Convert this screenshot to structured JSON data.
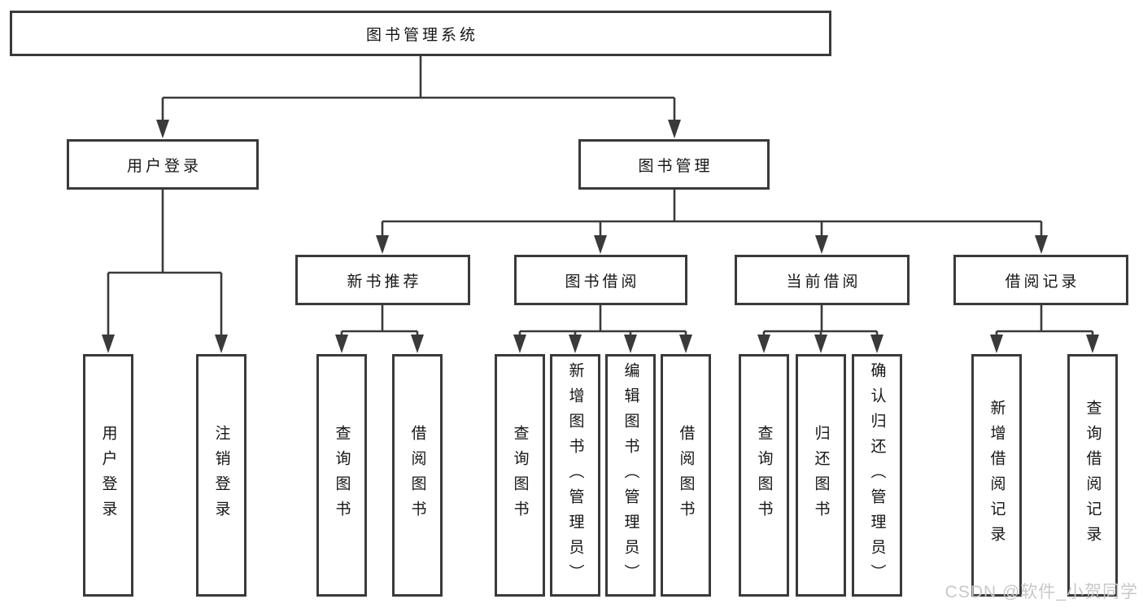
{
  "diagram": {
    "nodes": {
      "root": "图书管理系统",
      "user_login": "用户登录",
      "book_management": "图书管理",
      "new_book_recommend": "新书推荐",
      "book_borrow": "图书借阅",
      "current_borrow": "当前借阅",
      "borrow_records": "借阅记录"
    },
    "leaves": {
      "user_login": [
        "用户登录",
        "注销登录"
      ],
      "new_book_recommend": [
        "查询图书",
        "借阅图书"
      ],
      "book_borrow": [
        "查询图书",
        "新增图书（管理员）",
        "编辑图书（管理员）",
        "借阅图书"
      ],
      "current_borrow": [
        "查询图书",
        "归还图书",
        "确认归还（管理员）"
      ],
      "borrow_records": [
        "新增借阅记录",
        "查询借阅记录"
      ]
    },
    "watermark": "CSDN @软件_小贺同学",
    "colors": {
      "line": "#3a3a3a",
      "box_border": "#3a3a3a",
      "text": "#161616",
      "watermark": "#c8c8c8",
      "background": "#ffffff"
    }
  }
}
